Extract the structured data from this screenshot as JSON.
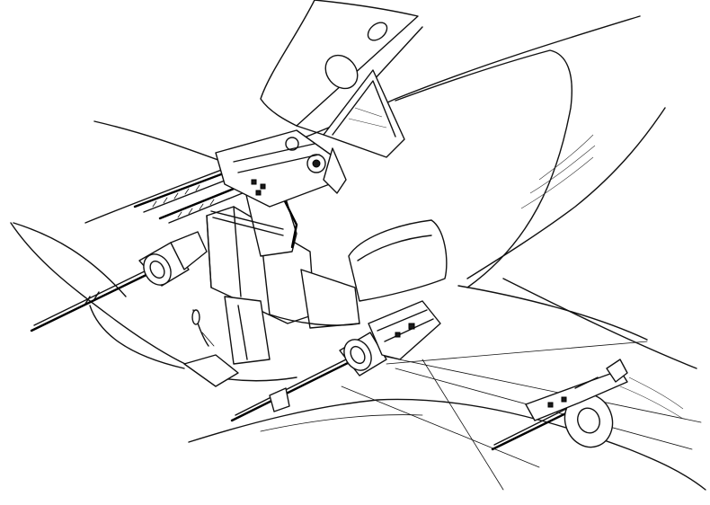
{
  "illustration": {
    "style": "line-art technical cutaway",
    "colors": {
      "ink": "#111111",
      "paper": "#ffffff"
    },
    "components": [
      "tilted-canopy-panel",
      "twin-machine-guns",
      "gun-mount-post",
      "fuselage-cockpit-tub",
      "left-wing-cannon",
      "right-wing-cannon",
      "pilot-seat-back",
      "wing-gun-with-drum-magazine",
      "wing-outline",
      "fuselage-outline"
    ]
  }
}
